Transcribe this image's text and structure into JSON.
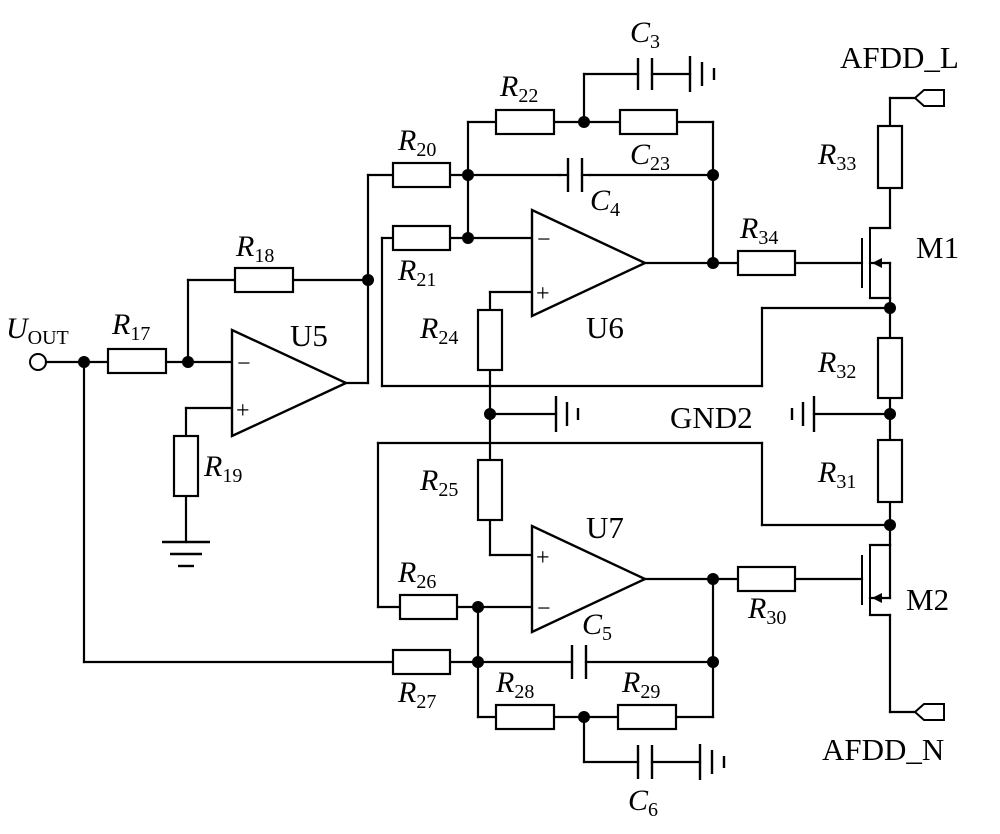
{
  "input": {
    "label_main": "U",
    "label_sub": "OUT"
  },
  "opamps": {
    "u5": {
      "name": "U5",
      "minus": "−",
      "plus": "+"
    },
    "u6": {
      "name": "U6",
      "minus": "−",
      "plus": "+"
    },
    "u7": {
      "name": "U7",
      "minus": "−",
      "plus": "+"
    }
  },
  "resistors": {
    "r17": {
      "main": "R",
      "sub": "17"
    },
    "r18": {
      "main": "R",
      "sub": "18"
    },
    "r19": {
      "main": "R",
      "sub": "19"
    },
    "r20": {
      "main": "R",
      "sub": "20"
    },
    "r21": {
      "main": "R",
      "sub": "21"
    },
    "r22": {
      "main": "R",
      "sub": "22"
    },
    "r23": {
      "main": "C",
      "sub": "23"
    },
    "r24": {
      "main": "R",
      "sub": "24"
    },
    "r25": {
      "main": "R",
      "sub": "25"
    },
    "r26": {
      "main": "R",
      "sub": "26"
    },
    "r27": {
      "main": "R",
      "sub": "27"
    },
    "r28": {
      "main": "R",
      "sub": "28"
    },
    "r29": {
      "main": "R",
      "sub": "29"
    },
    "r30": {
      "main": "R",
      "sub": "30"
    },
    "r31": {
      "main": "R",
      "sub": "31"
    },
    "r32": {
      "main": "R",
      "sub": "32"
    },
    "r33": {
      "main": "R",
      "sub": "33"
    },
    "r34": {
      "main": "R",
      "sub": "34"
    }
  },
  "capacitors": {
    "c3": {
      "main": "C",
      "sub": "3"
    },
    "c4": {
      "main": "C",
      "sub": "4"
    },
    "c5": {
      "main": "C",
      "sub": "5"
    },
    "c6": {
      "main": "C",
      "sub": "6"
    }
  },
  "transistors": {
    "m1": {
      "name": "M1"
    },
    "m2": {
      "name": "M2"
    }
  },
  "terminals": {
    "afdd_l": {
      "label": "AFDD_L"
    },
    "afdd_n": {
      "label": "AFDD_N"
    },
    "gnd2": {
      "label": "GND2"
    }
  }
}
